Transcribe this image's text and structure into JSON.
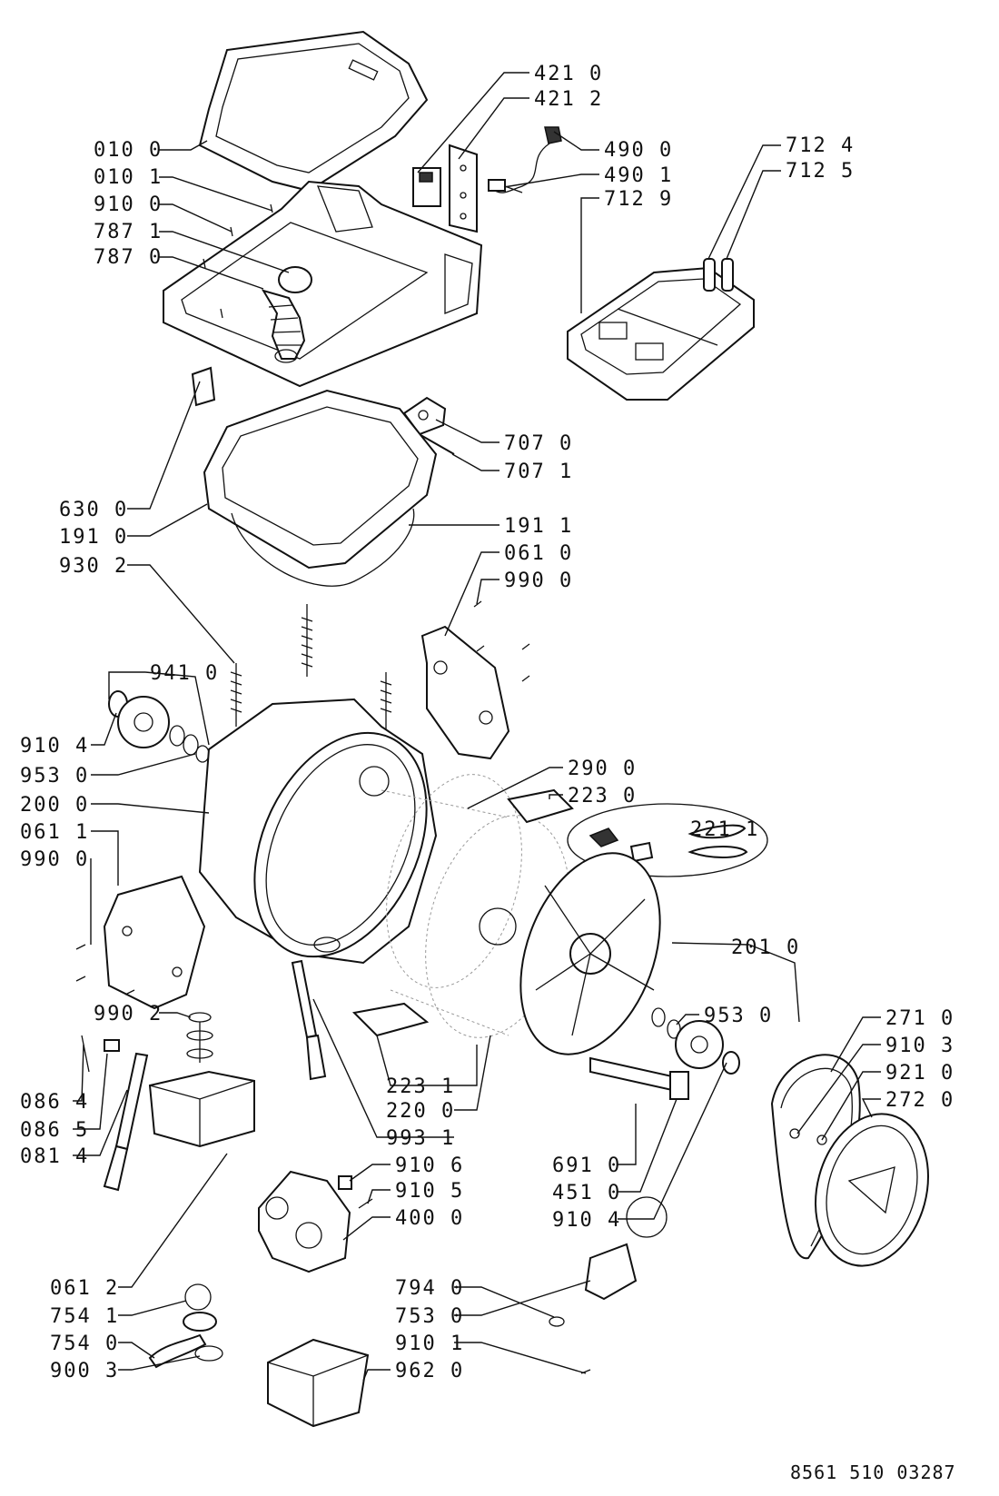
{
  "reference_code": "8561 510 03287",
  "labels": {
    "l_0100": "010 0",
    "l_0101": "010 1",
    "l_9100": "910 0",
    "l_7871": "787 1",
    "l_7870": "787 0",
    "l_4210": "421 0",
    "l_4212": "421 2",
    "l_4900": "490 0",
    "l_4901": "490 1",
    "l_7124": "712 4",
    "l_7125": "712 5",
    "l_7129": "712 9",
    "l_7070": "707 0",
    "l_7071": "707 1",
    "l_6300": "630 0",
    "l_1910": "191 0",
    "l_9302": "930 2",
    "l_1911": "191 1",
    "l_0610": "061 0",
    "l_9900a": "990 0",
    "l_9410": "941 0",
    "l_9104a": "910 4",
    "l_9530a": "953 0",
    "l_2000": "200 0",
    "l_0611": "061 1",
    "l_9900b": "990 0",
    "l_2900": "290 0",
    "l_2230": "223 0",
    "l_2211": "221 1",
    "l_2010": "201 0",
    "l_9530b": "953 0",
    "l_2710": "271 0",
    "l_9103": "910 3",
    "l_9210": "921 0",
    "l_2720": "272 0",
    "l_9902": "990 2",
    "l_0864": "086 4",
    "l_0865": "086 5",
    "l_0814": "081 4",
    "l_2231": "223 1",
    "l_2200": "220 0",
    "l_9931": "993 1",
    "l_6910": "691 0",
    "l_4510": "451 0",
    "l_9104b": "910 4",
    "l_9106": "910 6",
    "l_9105": "910 5",
    "l_4000": "400 0",
    "l_0612": "061 2",
    "l_7541": "754 1",
    "l_7540": "754 0",
    "l_9003": "900 3",
    "l_7940": "794 0",
    "l_7530": "753 0",
    "l_9101": "910 1",
    "l_9620": "962 0"
  }
}
